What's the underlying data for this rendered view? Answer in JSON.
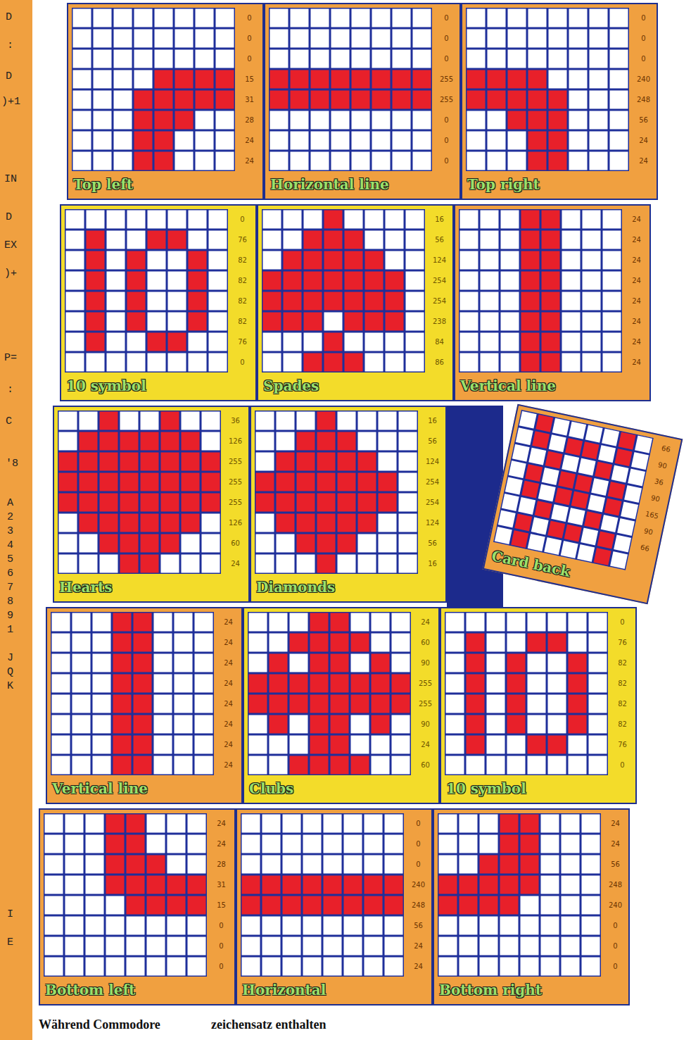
{
  "diagram": {
    "nodes": [
      {
        "text": [
          "Top left",
          "0",
          "0",
          "0",
          "15",
          "31",
          "28",
          "24",
          "24"
        ]
      },
      {
        "text": [
          "Horizontal line",
          "0",
          "0",
          "0",
          "255",
          "255",
          "0",
          "0",
          "0"
        ]
      },
      {
        "text": [
          "Top right",
          "0",
          "0",
          "0",
          "240",
          "248",
          "56",
          "24",
          "24"
        ]
      },
      {
        "text": [
          "10 symbol",
          "0",
          "76",
          "82",
          "82",
          "82",
          "82",
          "76",
          "0"
        ]
      },
      {
        "text": [
          "Spades",
          "16",
          "56",
          "124",
          "254",
          "254",
          "238",
          "84",
          "86"
        ]
      },
      {
        "text": [
          "Vertical line",
          "24",
          "24",
          "24",
          "24",
          "24",
          "24",
          "24",
          "24"
        ]
      },
      {
        "text": [
          "Hearts",
          "36",
          "126",
          "255",
          "255",
          "255",
          "126",
          "60",
          "24"
        ]
      },
      {
        "text": [
          "Diamonds",
          "16",
          "56",
          "124",
          "254",
          "254",
          "124",
          "56",
          "16"
        ]
      },
      {
        "text": [
          "Card back",
          "66",
          "90",
          "36",
          "90",
          "165",
          "90",
          "66"
        ]
      },
      {
        "text": [
          "Vertical line",
          "24",
          "24",
          "24",
          "24",
          "24",
          "24",
          "24",
          "24"
        ]
      },
      {
        "text": [
          "Clubs",
          "24",
          "60",
          "90",
          "255",
          "255",
          "90",
          "24",
          "60"
        ]
      },
      {
        "text": [
          "10 symbol",
          "0",
          "76",
          "82",
          "82",
          "82",
          "82",
          "76",
          "0"
        ]
      },
      {
        "text": [
          "Bottom left",
          "24",
          "24",
          "28",
          "31",
          "15",
          "0",
          "0",
          "0"
        ]
      },
      {
        "text": [
          "Horizontal",
          "0",
          "0",
          "0",
          "240",
          "248",
          "56",
          "24",
          "24"
        ]
      },
      {
        "text": [
          "Bottom right",
          "24",
          "24",
          "56",
          "248",
          "240",
          "0",
          "0",
          "0"
        ]
      }
    ],
    "labels": [
      "D",
      ":",
      "D",
      ")+1",
      "IN",
      "D",
      "EX",
      ")+",
      "P=",
      ":",
      "C",
      "'8",
      "A",
      "2",
      "3",
      "4",
      "5",
      "6",
      "7",
      "8",
      "9",
      "1",
      "J",
      "Q",
      "K",
      "I",
      "E",
      "Während Commodore",
      "zeichensatz enthalten"
    ]
  }
}
